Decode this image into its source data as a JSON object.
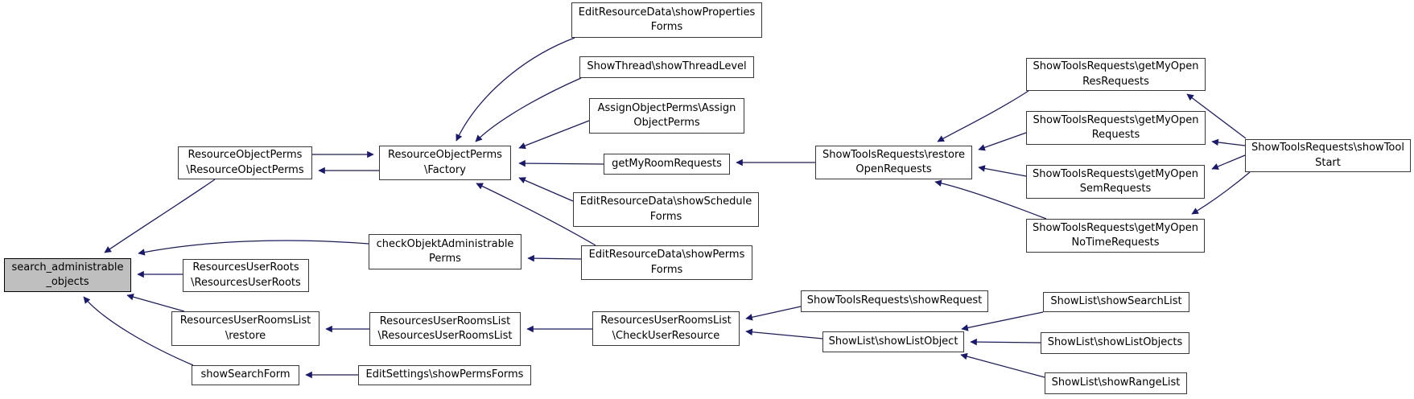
{
  "diagram": {
    "type": "call-graph",
    "root_function": "search_administrable_objects",
    "colors": {
      "edge": "#191970",
      "node_fill": "#ffffff",
      "node_border": "#383838",
      "root_fill": "#bfbfbf",
      "background": "#ffffff",
      "text": "#000000"
    },
    "nodes": {
      "search": {
        "label": "search_administrable\n_objects"
      },
      "rop": {
        "label": "ResourceObjectPerms\n\\ResourceObjectPerms"
      },
      "factory": {
        "label": "ResourceObjectPerms\n\\Factory"
      },
      "props": {
        "label": "EditResourceData\\showProperties\nForms"
      },
      "thread": {
        "label": "ShowThread\\showThreadLevel"
      },
      "assign": {
        "label": "AssignObjectPerms\\Assign\nObjectPerms"
      },
      "roomreq": {
        "label": "getMyRoomRequests"
      },
      "sched": {
        "label": "EditResourceData\\showSchedule\nForms"
      },
      "perms": {
        "label": "EditResourceData\\showPerms\nForms"
      },
      "check": {
        "label": "checkObjektAdministrable\nPerms"
      },
      "restore_open": {
        "label": "ShowToolsRequests\\restore\nOpenRequests"
      },
      "res_req": {
        "label": "ShowToolsRequests\\getMyOpen\nResRequests"
      },
      "open_req": {
        "label": "ShowToolsRequests\\getMyOpen\nRequests"
      },
      "sem_req": {
        "label": "ShowToolsRequests\\getMyOpen\nSemRequests"
      },
      "notime_req": {
        "label": "ShowToolsRequests\\getMyOpen\nNoTimeRequests"
      },
      "toolstart": {
        "label": "ShowToolsRequests\\showTool\nStart"
      },
      "userroots": {
        "label": "ResourcesUserRoots\n\\ResourcesUserRoots"
      },
      "rooms_restore": {
        "label": "ResourcesUserRoomsList\n\\restore"
      },
      "roomslist": {
        "label": "ResourcesUserRoomsList\n\\ResourcesUserRoomsList"
      },
      "checkuser": {
        "label": "ResourcesUserRoomsList\n\\CheckUserResource"
      },
      "showrequest": {
        "label": "ShowToolsRequests\\showRequest"
      },
      "listobject": {
        "label": "ShowList\\showListObject"
      },
      "searchlist": {
        "label": "ShowList\\showSearchList"
      },
      "listobjects": {
        "label": "ShowList\\showListObjects"
      },
      "rangelist": {
        "label": "ShowList\\showRangeList"
      },
      "searchform": {
        "label": "showSearchForm"
      },
      "editsettings": {
        "label": "EditSettings\\showPermsForms"
      }
    },
    "edges": [
      {
        "from": "rop",
        "to": "search"
      },
      {
        "from": "check",
        "to": "search"
      },
      {
        "from": "userroots",
        "to": "search"
      },
      {
        "from": "rooms_restore",
        "to": "search"
      },
      {
        "from": "searchform",
        "to": "search"
      },
      {
        "from": "rop",
        "to": "factory"
      },
      {
        "from": "factory",
        "to": "rop"
      },
      {
        "from": "props",
        "to": "factory"
      },
      {
        "from": "thread",
        "to": "factory"
      },
      {
        "from": "assign",
        "to": "factory"
      },
      {
        "from": "roomreq",
        "to": "factory"
      },
      {
        "from": "sched",
        "to": "factory"
      },
      {
        "from": "perms",
        "to": "factory"
      },
      {
        "from": "perms",
        "to": "check"
      },
      {
        "from": "restore_open",
        "to": "roomreq"
      },
      {
        "from": "res_req",
        "to": "restore_open"
      },
      {
        "from": "open_req",
        "to": "restore_open"
      },
      {
        "from": "sem_req",
        "to": "restore_open"
      },
      {
        "from": "notime_req",
        "to": "restore_open"
      },
      {
        "from": "toolstart",
        "to": "res_req"
      },
      {
        "from": "toolstart",
        "to": "open_req"
      },
      {
        "from": "toolstart",
        "to": "sem_req"
      },
      {
        "from": "toolstart",
        "to": "notime_req"
      },
      {
        "from": "roomslist",
        "to": "rooms_restore"
      },
      {
        "from": "checkuser",
        "to": "roomslist"
      },
      {
        "from": "showrequest",
        "to": "checkuser"
      },
      {
        "from": "listobject",
        "to": "checkuser"
      },
      {
        "from": "searchlist",
        "to": "listobject"
      },
      {
        "from": "listobjects",
        "to": "listobject"
      },
      {
        "from": "rangelist",
        "to": "listobject"
      },
      {
        "from": "editsettings",
        "to": "searchform"
      }
    ]
  }
}
